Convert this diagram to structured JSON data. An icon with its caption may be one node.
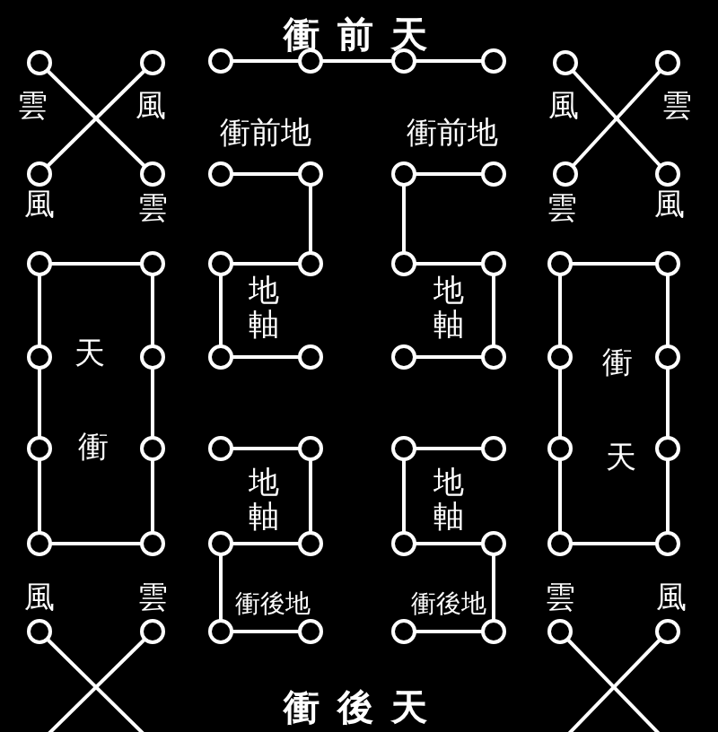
{
  "diagram": {
    "labels": [
      "衝前天",
      "雲",
      "風",
      "風",
      "雲",
      "衝前地",
      "衝前地",
      "風",
      "雲",
      "雲",
      "風",
      "地軸",
      "地軸",
      "天",
      "衝",
      "衝",
      "天",
      "地軸",
      "地軸",
      "風",
      "雲",
      "衝後地",
      "衝後地",
      "雲",
      "風",
      "衝後天"
    ]
  }
}
